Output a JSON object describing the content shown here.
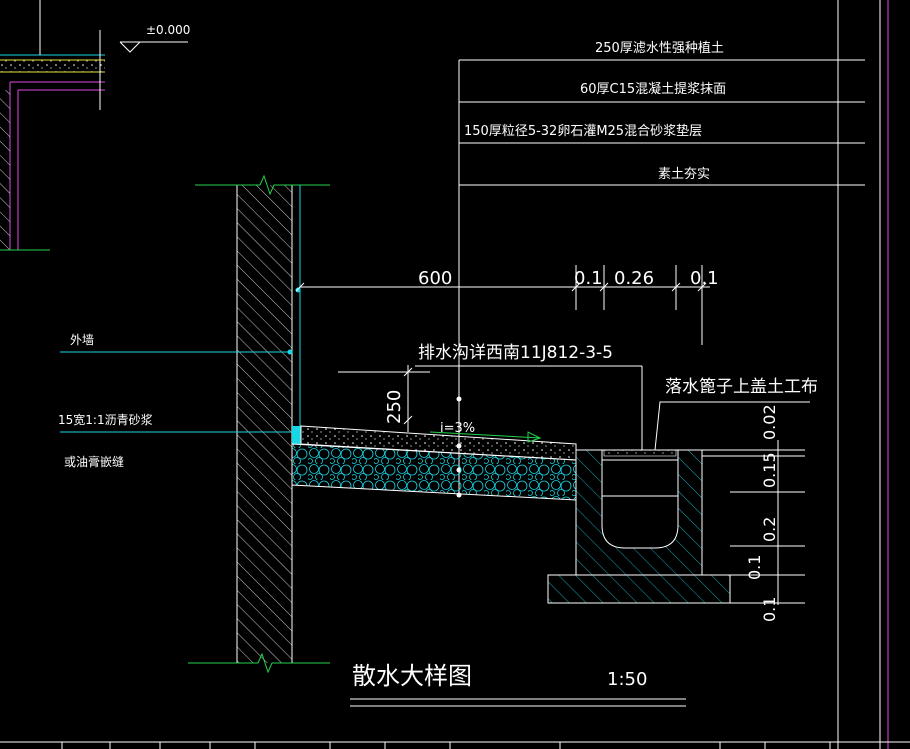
{
  "elevation": "±0.000",
  "layers": [
    "250厚滤水性强种植土",
    "60厚C15混凝土提浆抹面",
    "150厚粒径5-32卵石灌M25混合砂浆垫层",
    "素土夯实"
  ],
  "dims": {
    "width": "600",
    "d1": "0.1",
    "d2": "0.26",
    "d3": "0.1",
    "height": "250",
    "v1": "0.02",
    "v2": "0.15",
    "v3": "0.2",
    "v4": "0.1",
    "v5": "0.1"
  },
  "slope": "i=3%",
  "labels": {
    "wall": "外墙",
    "joint1": "15宽1:1沥青砂浆",
    "joint2": "或油膏嵌缝",
    "drain": "排水沟详西南11J812-3-5",
    "grate": "落水篦子上盖土工布"
  },
  "title": "散水大样图",
  "scale": "1:50",
  "colors": {
    "background": "#000000",
    "text": "#ffffff",
    "green": "#22d24a",
    "cyan": "#19d6e6",
    "yellow": "#e8e23a",
    "magenta": "#e24ae0"
  }
}
